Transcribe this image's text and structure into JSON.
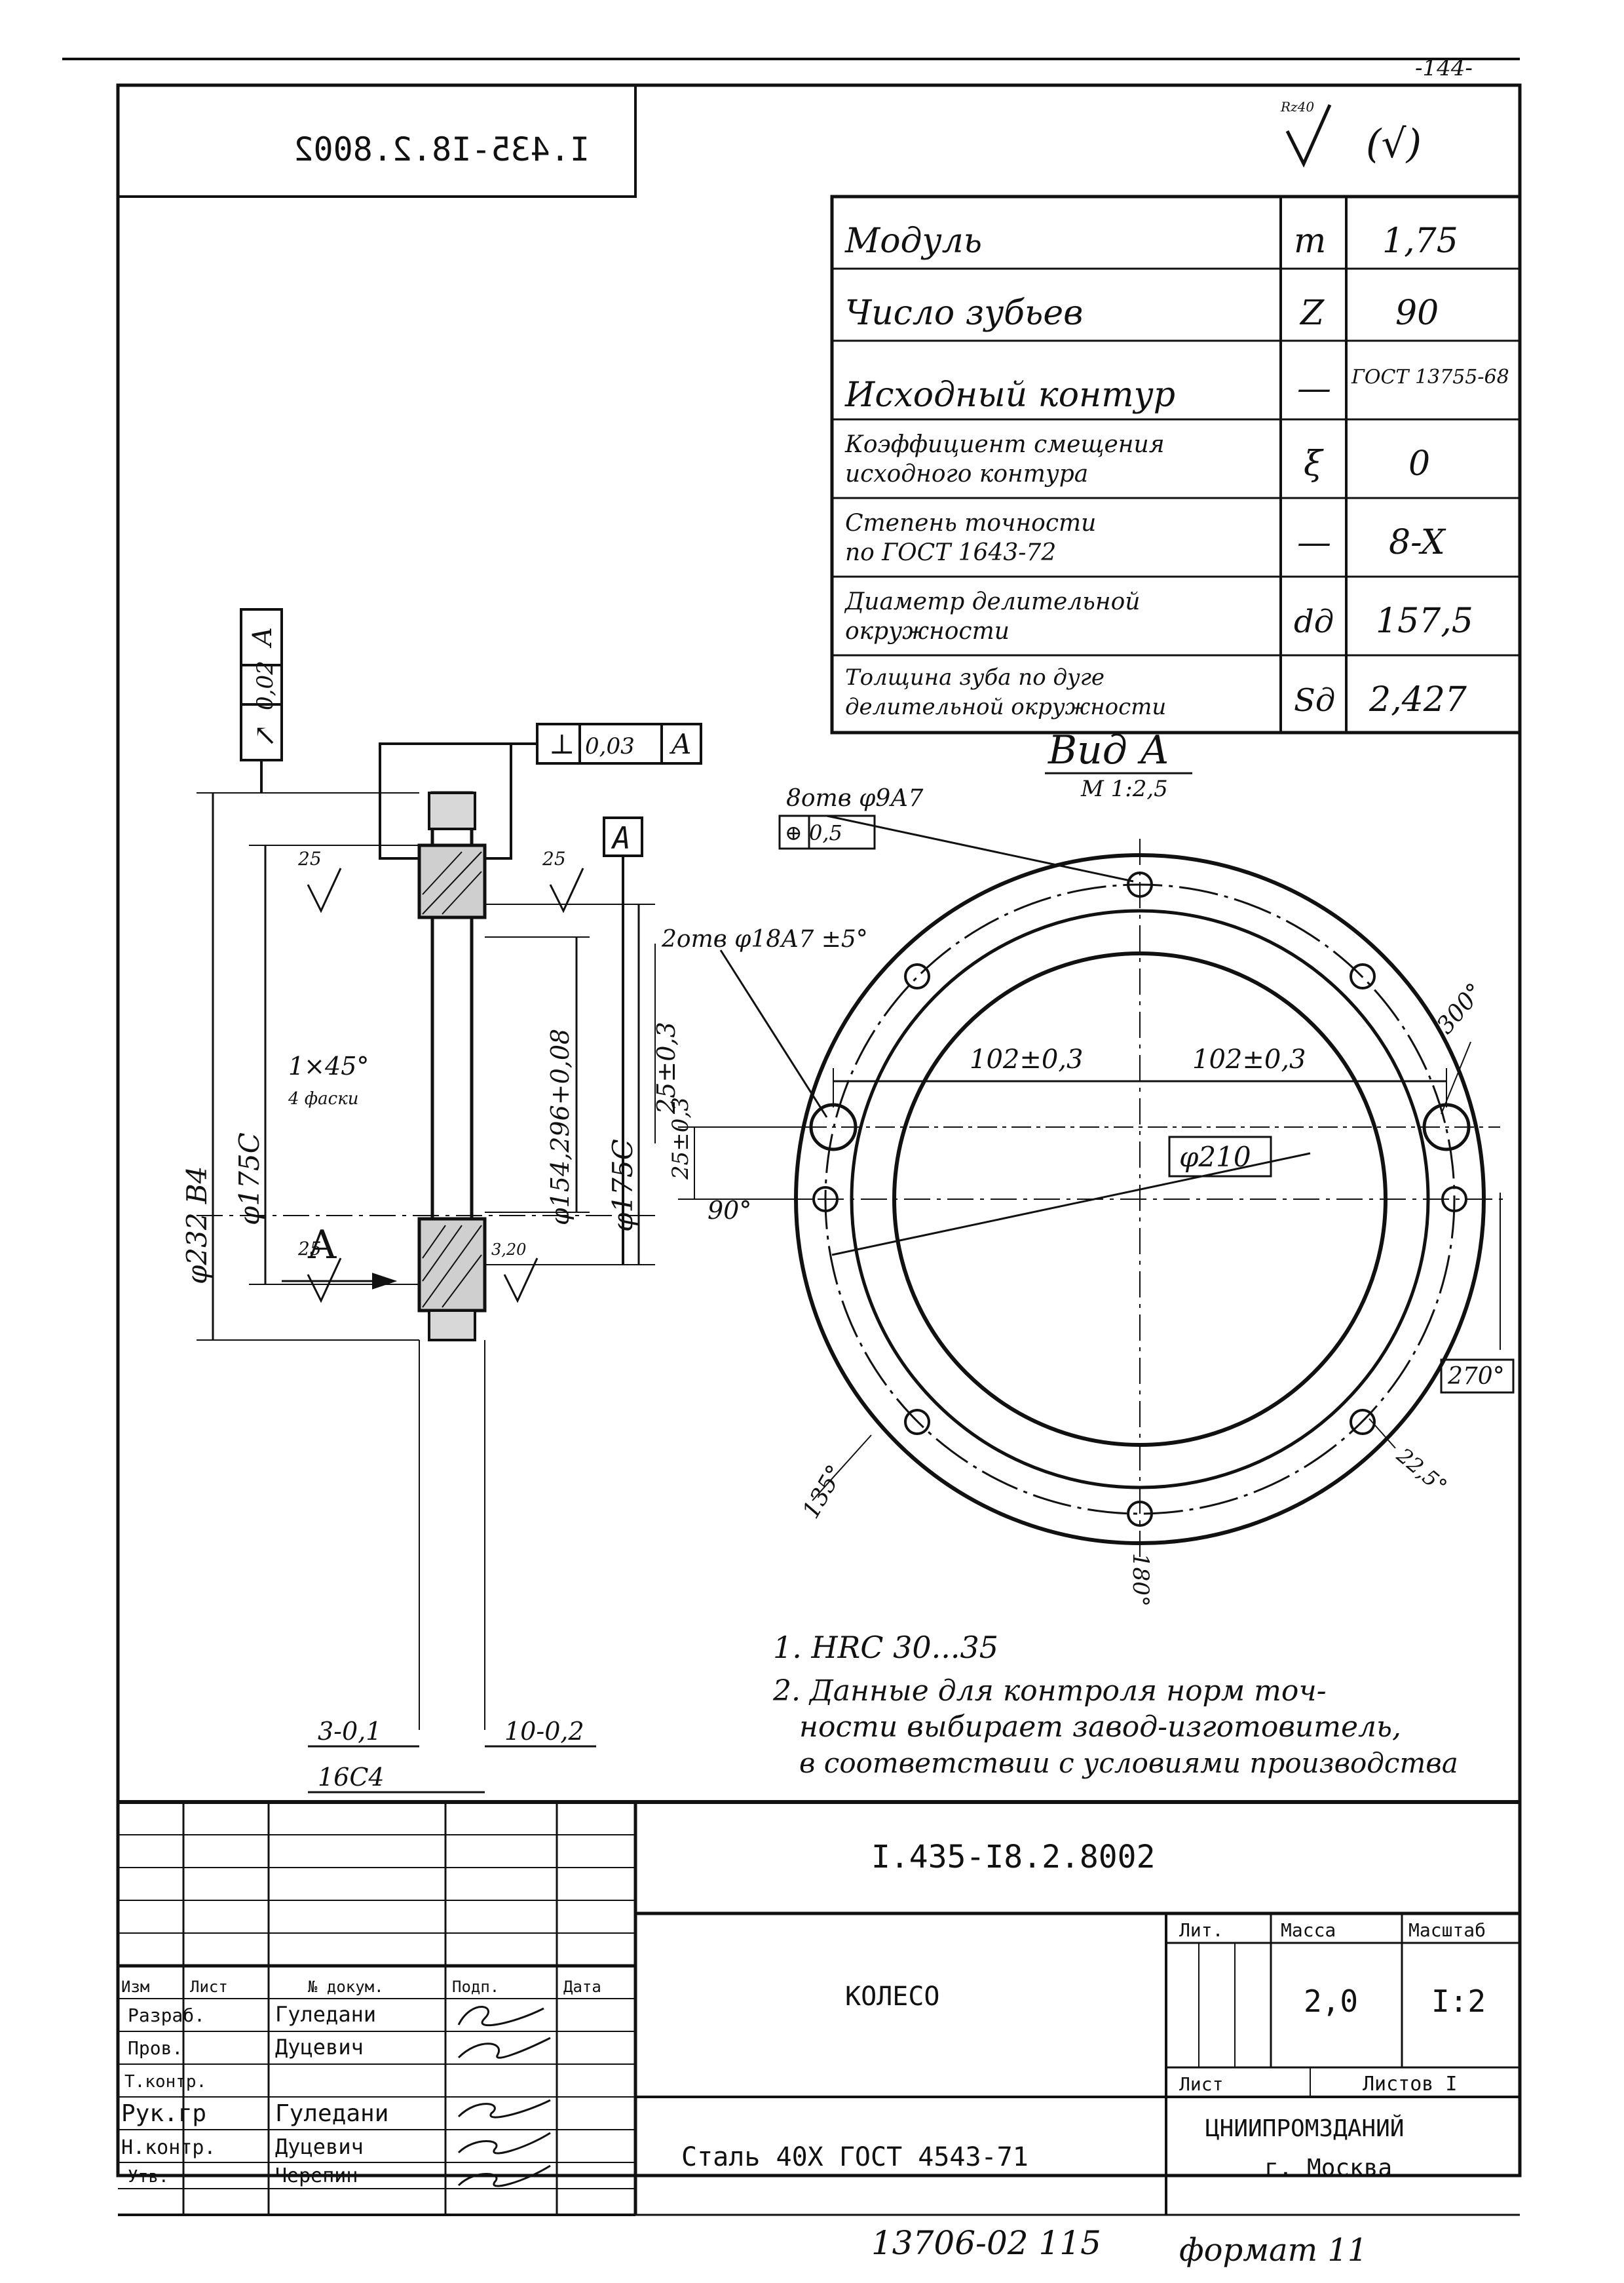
{
  "page_number": "-144-",
  "doc_code": "I.435-I8.2.8002",
  "doc_code_mirrored": "I.435-I8.2.8002",
  "roughness": {
    "note": "Rz40",
    "general": "(√)"
  },
  "params": [
    {
      "label": "Модуль",
      "sym": "m",
      "value": "1,75"
    },
    {
      "label": "Число зубьев",
      "sym": "Z",
      "value": "90"
    },
    {
      "label": "Исходный контур",
      "sym": "—",
      "value": "ГОСТ 13755-68"
    },
    {
      "label": "Коэффициент смещения исходного контура",
      "sym": "ξ",
      "value": "0"
    },
    {
      "label": "Степень точности по ГОСТ 1643-72",
      "sym": "—",
      "value": "8-X"
    },
    {
      "label": "Диаметр делительной окружности",
      "sym": "dд",
      "value": "157,5"
    },
    {
      "label": "Толщина зуба по дуге делительной окружности",
      "sym": "Sд",
      "value": "2,427"
    }
  ],
  "section": {
    "runout": {
      "sym": "↗",
      "tol": "0,02",
      "base": "A"
    },
    "perp": {
      "sym": "⊥",
      "tol": "0,03",
      "base": "A"
    },
    "datum": "A",
    "r25_top_left": "25",
    "r25_top_right": "25",
    "r25_bottom_left": "25",
    "r320": "3,20",
    "chamfer": "1×45°",
    "chamfer_note": "4 фаски",
    "d232": "φ232 B4",
    "d175_left": "φ175C",
    "d154": "φ154,296+0,08",
    "d175_right": "φ175C",
    "view_arrow": "A",
    "dim_25": "25±0,3",
    "dim_3": "3-0,1",
    "dim_10": "10-0,2",
    "dim_16": "16C4"
  },
  "view": {
    "title": "Вид А",
    "scale": "М 1:2,5",
    "holes8": "8отв φ9А7",
    "pos_tol": "⊕ 0,5",
    "holes2": "2отв φ18А7 ±5°",
    "d102_left": "102±0,3",
    "d102_right": "102±0,3",
    "d210": "φ210",
    "a90": "90°",
    "a300": "300°",
    "a270": "270°",
    "a135": "135°",
    "a180": "180°",
    "a225": "22,5°"
  },
  "notes": [
    "1. HRC 30...35",
    "2. Данные для контроля норм точ-",
    "ности выбирает завод-изготовитель,",
    "в соответствии с условиями производства"
  ],
  "title_block": {
    "code": "I.435-I8.2.8002",
    "name": "КОЛЕСО",
    "material": "Сталь 40Х ГОСТ 4543-71",
    "head_lit": "Лит.",
    "head_mass": "Масса",
    "head_scale": "Масштаб",
    "mass": "2,0",
    "scale": "I:2",
    "sheet": "Лист",
    "sheets": "Листов I",
    "org": "ЦНИИПРОМЗДАНИЙ",
    "city": "г. Москва",
    "col_headers": [
      "Изм",
      "Лист",
      "№ докум.",
      "Подп.",
      "Дата"
    ],
    "roles": [
      {
        "role": "Разраб.",
        "name": "Гуледани"
      },
      {
        "role": "Пров.",
        "name": "Дуцевич"
      },
      {
        "role": "Т.контр.",
        "name": ""
      },
      {
        "role": "Рук.гр",
        "name": "Гуледани"
      },
      {
        "role": "Н.контр.",
        "name": "Дуцевич"
      },
      {
        "role": "Утв.",
        "name": "Черепин"
      }
    ]
  },
  "footer": {
    "copy": "13706-02 115",
    "format": "формат 11"
  }
}
